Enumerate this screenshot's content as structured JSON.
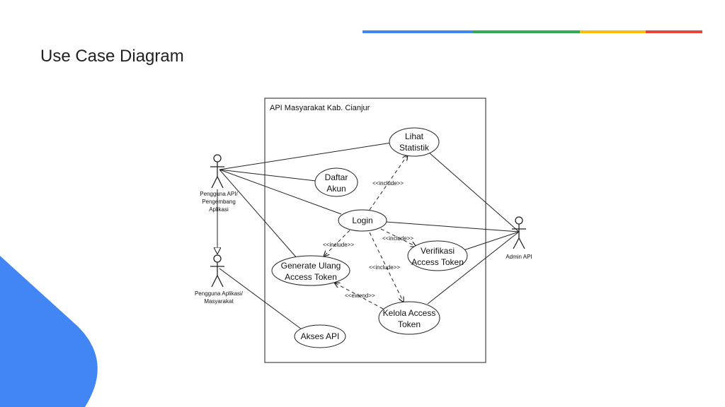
{
  "slide": {
    "title": "Use Case Diagram",
    "colors": {
      "accent_blue": "#4285F4",
      "accent_green": "#34A853",
      "accent_yellow": "#FBBC05",
      "accent_red": "#EA4335",
      "corner_blue": "#4285F4"
    }
  },
  "diagram": {
    "system_boundary": {
      "label": "API Masyarakat Kab. Cianjur"
    },
    "actors": {
      "pengembang": {
        "lines": [
          "Pengguna API/",
          "Pengembang",
          "Aplikasi"
        ]
      },
      "masyarakat": {
        "lines": [
          "Pengguna Aplikasi/",
          "Masyarakat"
        ]
      },
      "admin": {
        "lines": [
          "Admin API"
        ]
      }
    },
    "use_cases": {
      "lihat_statistik": {
        "lines": [
          "Lihat",
          "Statistik"
        ]
      },
      "daftar_akun": {
        "lines": [
          "Daftar",
          "Akun"
        ]
      },
      "login": {
        "lines": [
          "Login"
        ]
      },
      "verifikasi": {
        "lines": [
          "Verifikasi",
          "Access Token"
        ]
      },
      "generate_ulang": {
        "lines": [
          "Generate Ulang",
          "Access Token"
        ]
      },
      "kelola": {
        "lines": [
          "Kelola Access",
          "Token"
        ]
      },
      "akses_api": {
        "lines": [
          "Akses API"
        ]
      }
    },
    "relation_labels": {
      "login_lihat": "<<include>>",
      "login_generate": "<<include>>",
      "login_verifikasi": "<<include>>",
      "login_kelola": "<<include>>",
      "kelola_generate": "<<extend>>"
    }
  }
}
